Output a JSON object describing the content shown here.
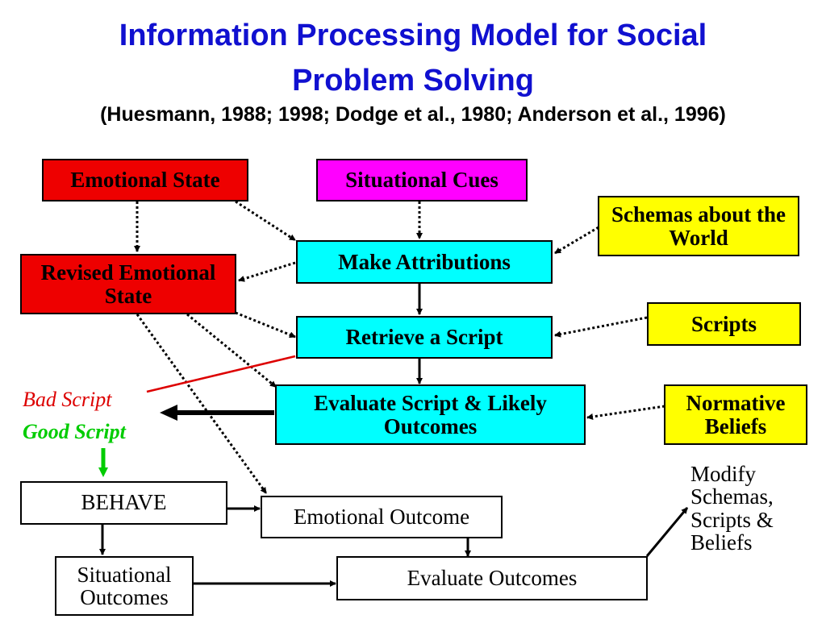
{
  "title": {
    "line1": "Information Processing Model for Social",
    "line2": "Problem Solving",
    "citation": "(Huesmann, 1988; 1998; Dodge et al., 1980; Anderson et al., 1996)"
  },
  "nodes": {
    "emotional_state": "Emotional State",
    "situational_cues": "Situational Cues",
    "schemas_world": "Schemas about the World",
    "revised_emotional_state": "Revised Emotional State",
    "make_attributions": "Make Attributions",
    "retrieve_script": "Retrieve a Script",
    "scripts": "Scripts",
    "evaluate_script": "Evaluate Script & Likely Outcomes",
    "normative_beliefs": "Normative Beliefs",
    "behave": "BEHAVE",
    "emotional_outcome": "Emotional Outcome",
    "situational_outcomes": "Situational Outcomes",
    "evaluate_outcomes": "Evaluate Outcomes"
  },
  "labels": {
    "bad_script": "Bad Script",
    "good_script": "Good Script",
    "modify": "Modify Schemas, Scripts & Beliefs"
  },
  "colors": {
    "title": "#1010d0",
    "red_box": "#ee0000",
    "magenta_box": "#ff00ff",
    "yellow_box": "#ffff00",
    "cyan_box": "#00ffff",
    "bad_script": "#dd0000",
    "good_script": "#00cc00"
  }
}
